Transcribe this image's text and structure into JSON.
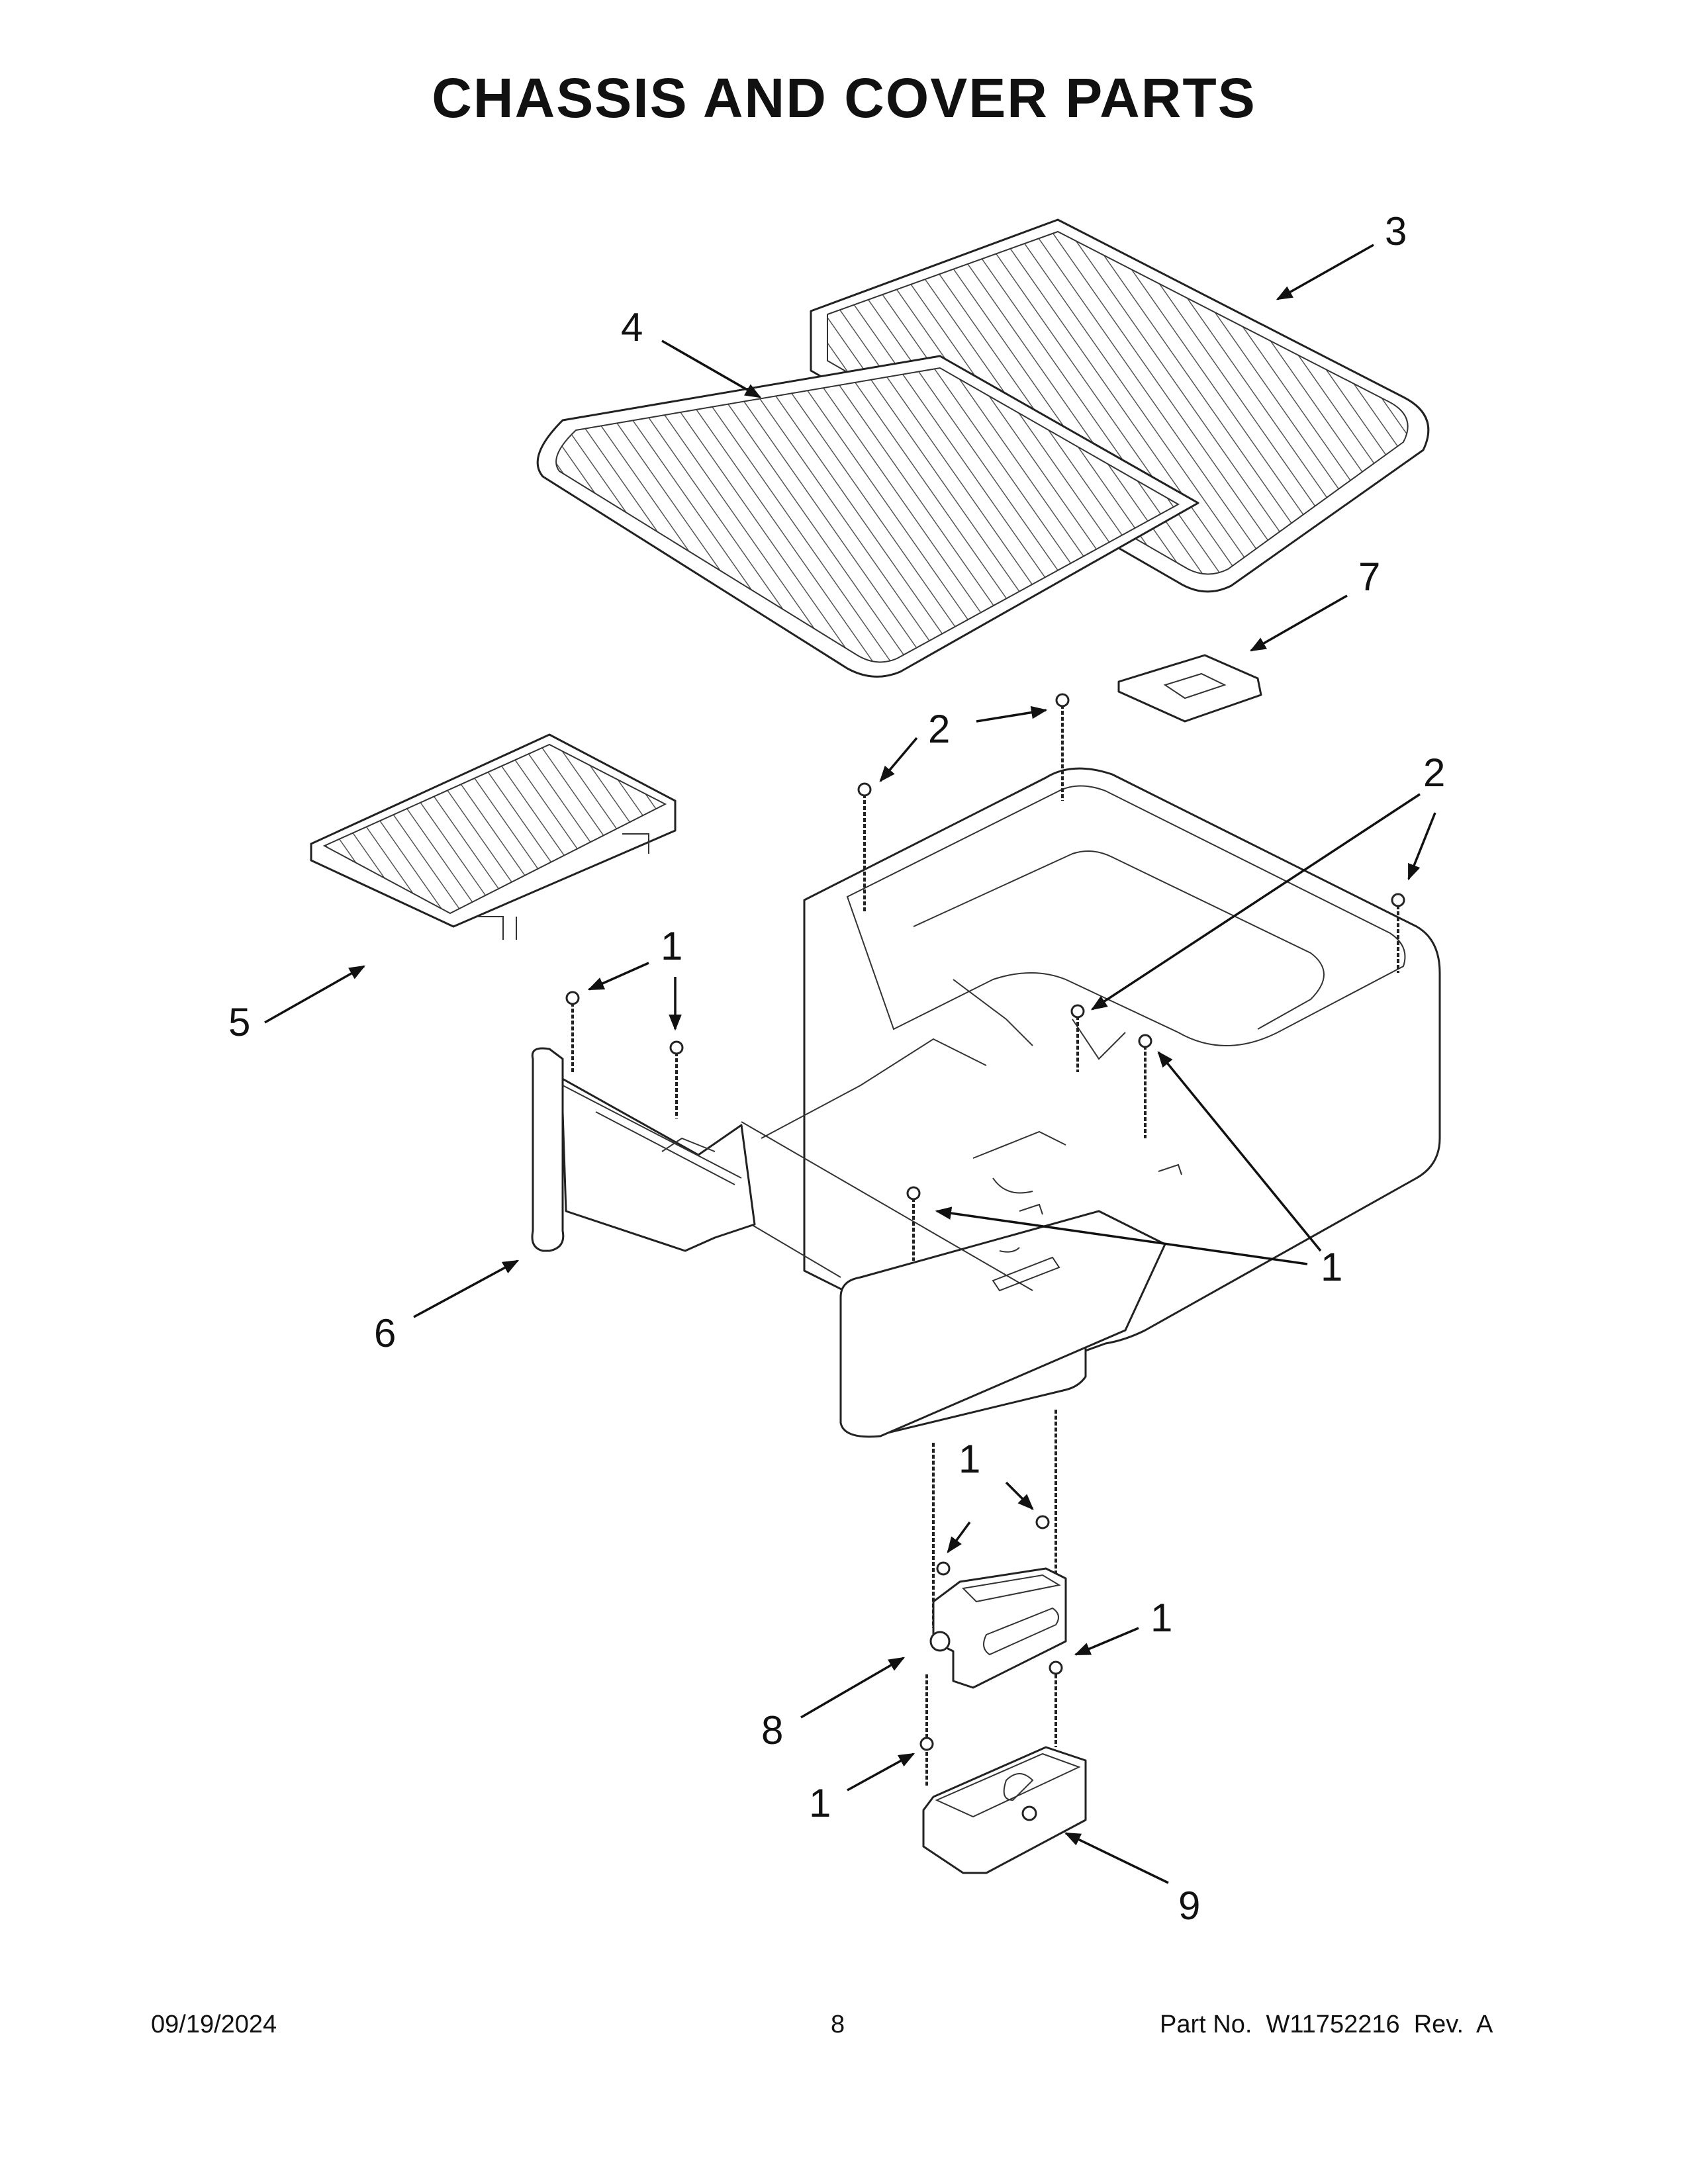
{
  "title": "CHASSIS AND COVER PARTS",
  "callouts": [
    "1",
    "2",
    "3",
    "4",
    "5",
    "6",
    "7",
    "8",
    "9"
  ],
  "footer": {
    "date": "09/19/2024",
    "page": "8",
    "part": "Part No.  W11752216  Rev.  A"
  }
}
